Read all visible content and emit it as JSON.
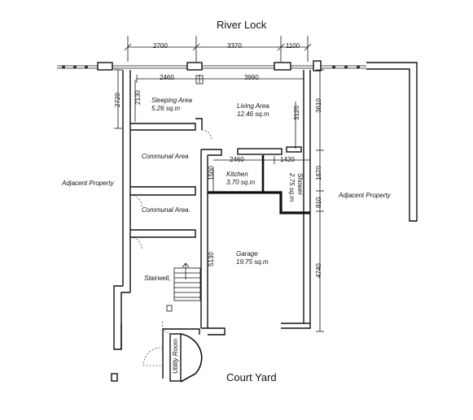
{
  "labels": {
    "river_lock": "River Lock",
    "court_yard": "Court Yard",
    "adjacent_left": "Adjacent Property",
    "adjacent_right": "Adjacent Property"
  },
  "rooms": {
    "sleeping_area": "Sleeping Area",
    "sleeping_area_size": "5.26 sq.m",
    "living_area": "Living Area",
    "living_area_size": "12.46 sq.m",
    "communal_area_1": "Communal Area",
    "communal_area_2": "Communal Area.",
    "kitchen": "Kitchen",
    "kitchen_size": "3.70 sq.m",
    "shower": "Shower",
    "shower_size": "2.75 sq.m",
    "garage": "Garage",
    "garage_size": "19.75 sq.m",
    "stairwell": "Stairwell,",
    "utility_room": "Utility Room"
  },
  "dimensions": {
    "top_2700": "2700",
    "top_3370": "3370",
    "top_1100": "1100",
    "inner_2460": "2460",
    "inner_3990": "3990",
    "left_2720": "2720",
    "left_2130": "2130",
    "living_3120": "3120",
    "right_3610": "3610",
    "kitchen_2460": "2460",
    "kitchen_1420": "1420",
    "kitchen_1500": "1500",
    "right_1670": "1670",
    "right_810": "810",
    "garage_5130": "5130",
    "right_4740": "4740"
  }
}
